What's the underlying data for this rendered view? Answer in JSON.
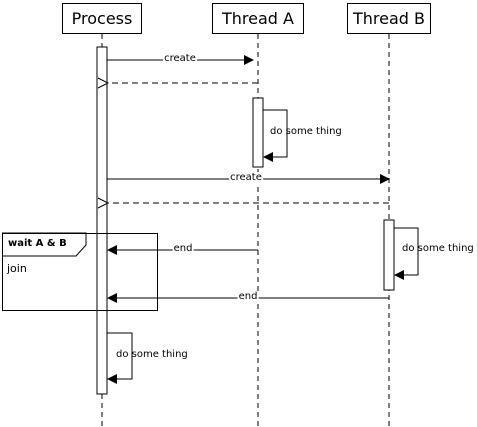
{
  "participants": [
    {
      "id": "process",
      "label": "Process"
    },
    {
      "id": "threadA",
      "label": "Thread A"
    },
    {
      "id": "threadB",
      "label": "Thread B"
    }
  ],
  "messages": [
    {
      "label": "create",
      "from": "process",
      "to": "threadA",
      "style": "solid"
    },
    {
      "label": "",
      "from": "threadA",
      "to": "process",
      "style": "dashed"
    },
    {
      "label": "do some thing",
      "from": "threadA",
      "to": "threadA",
      "style": "self"
    },
    {
      "label": "create",
      "from": "process",
      "to": "threadB",
      "style": "solid"
    },
    {
      "label": "",
      "from": "threadB",
      "to": "process",
      "style": "dashed"
    },
    {
      "label": "do some thing",
      "from": "threadB",
      "to": "threadB",
      "style": "self"
    },
    {
      "label": "end",
      "from": "threadA",
      "to": "process",
      "style": "solid"
    },
    {
      "label": "end",
      "from": "threadB",
      "to": "process",
      "style": "solid"
    },
    {
      "label": "do some thing",
      "from": "process",
      "to": "process",
      "style": "self"
    }
  ],
  "fragment": {
    "title": "wait A & B",
    "guard": "join"
  }
}
